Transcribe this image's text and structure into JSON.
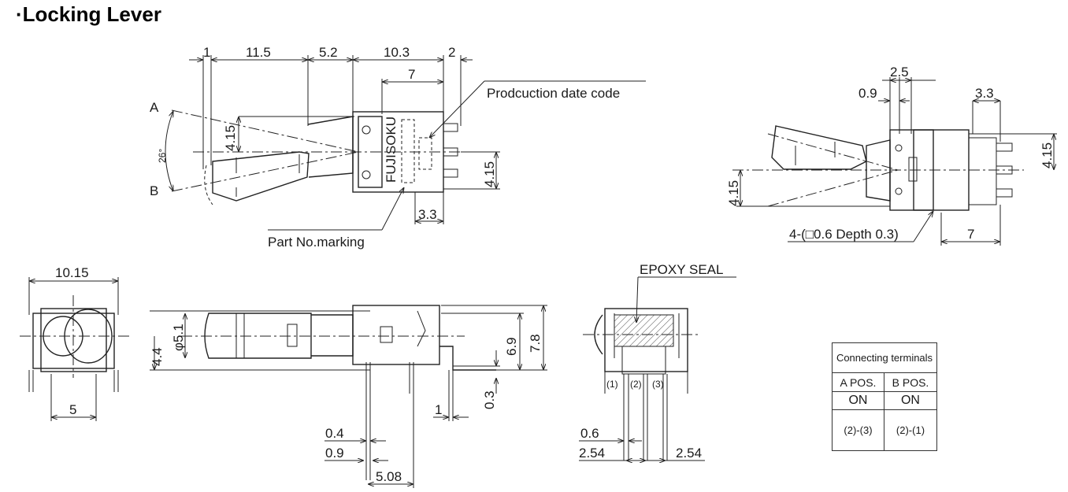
{
  "title": "·Locking Lever",
  "top_view": {
    "dims": {
      "d1": "1",
      "d11_5": "11.5",
      "d5_2": "5.2",
      "d10_3": "10.3",
      "d2": "2",
      "d7": "7",
      "d4_15_left": "4.15",
      "d4_15_right": "4.15",
      "d3_3": "3.3",
      "angle": "26°"
    },
    "label_a": "A",
    "label_b": "B",
    "brand": "FUJISOKU",
    "date_code_callout": "Prodcuction date code",
    "part_no_callout": "Part No.marking"
  },
  "right_top_view": {
    "dims": {
      "d2_5": "2.5",
      "d0_9": "0.9",
      "d3_3": "3.3",
      "d4_15_right": "4.15",
      "d4_15_left": "4.15",
      "d7": "7"
    },
    "hole_callout": "4-(□0.6 Depth 0.3)"
  },
  "front_view": {
    "dims": {
      "d10_15": "10.15",
      "d5": "5",
      "d4_4": "4.4"
    }
  },
  "side_view": {
    "dims": {
      "phi5_1": "φ5.1",
      "d6_9": "6.9",
      "d7_8": "7.8",
      "d0_3": "0.3",
      "d1": "1",
      "d0_4": "0.4",
      "d0_9": "0.9",
      "d5_08": "5.08"
    }
  },
  "rear_view": {
    "epoxy_label": "EPOXY SEAL",
    "terminals": [
      "(1)",
      "(2)",
      "(3)"
    ],
    "dims": {
      "d0_6": "0.6",
      "d2_54_left": "2.54",
      "d2_54_right": "2.54"
    }
  },
  "connecting_table": {
    "header": "Connecting terminals",
    "columns": [
      "A POS.",
      "B POS."
    ],
    "row_state": [
      "ON",
      "ON"
    ],
    "row_terminals": [
      "(2)-(3)",
      "(2)-(1)"
    ]
  }
}
